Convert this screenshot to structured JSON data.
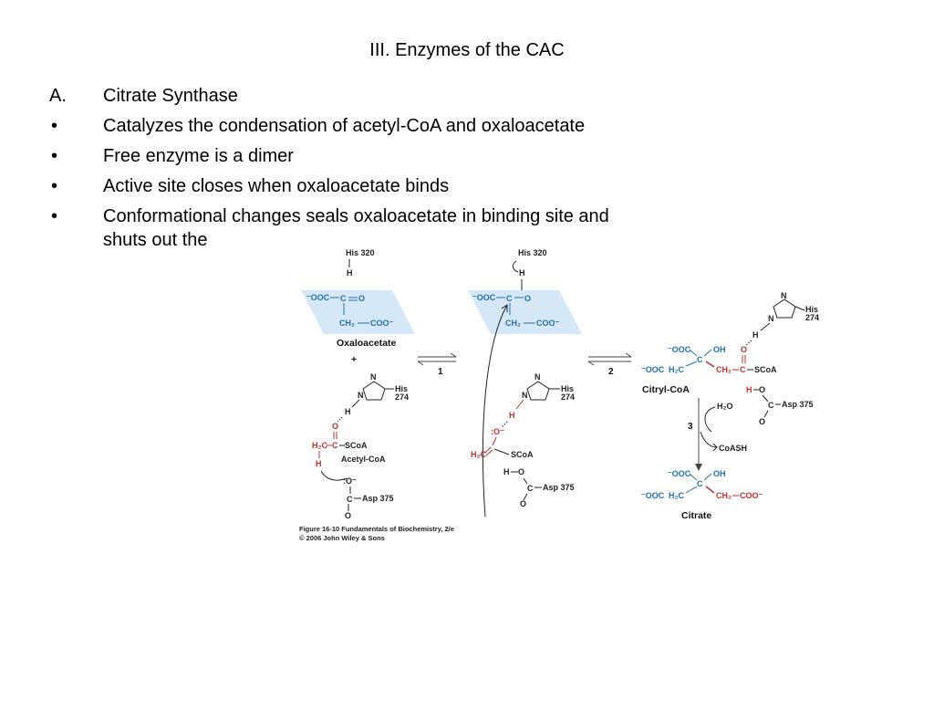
{
  "slide": {
    "title": "III.  Enzymes of the CAC",
    "items": [
      {
        "marker": "A.",
        "text": "Citrate Synthase"
      },
      {
        "marker": "•",
        "text": "Catalyzes the condensation of acetyl-CoA and oxaloacetate"
      },
      {
        "marker": "•",
        "text": "Free enzyme is a dimer"
      },
      {
        "marker": "•",
        "text": "Active site closes when oxaloacetate binds"
      },
      {
        "marker": "•",
        "text": "Conformational changes seals oxaloacetate in binding site and shuts out the"
      }
    ]
  },
  "figure": {
    "caption_line1": "Figure 16-10  Fundamentals of Biochemistry, 2/e",
    "caption_line2": "© 2006 John Wiley & Sons",
    "labels": {
      "oxaloacetate": "Oxaloacetate",
      "plus": "+",
      "acetyl_coa": "Acetyl-CoA",
      "citryl_coa": "Citryl-CoA",
      "citrate": "Citrate",
      "step1": "1",
      "step2": "2",
      "step3": "3",
      "his320": "His 320",
      "his274": "His",
      "his274_num": "274",
      "asp375": "Asp 375",
      "h": "H",
      "ooc": "⁻OOC",
      "coo": "COO⁻",
      "c": "C",
      "o": "O",
      "oh": "OH",
      "ch2": "CH₂",
      "h2c": "H₂C",
      "scoa": "SCoA",
      "o_minus": ":O⁻",
      "h2o": "H₂O",
      "coash": "CoASH",
      "n": "N"
    },
    "colors": {
      "blue": "#1f6fb0",
      "red": "#c0302b",
      "shade": "#d6e8f7"
    }
  }
}
